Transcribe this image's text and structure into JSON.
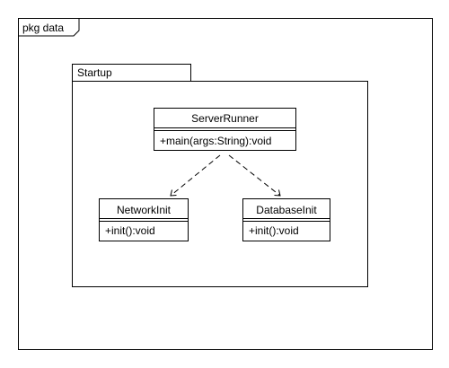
{
  "outer_package": {
    "label": "pkg data"
  },
  "inner_package": {
    "label": "Startup"
  },
  "classes": {
    "server_runner": {
      "name": "ServerRunner",
      "operation": "+main(args:String):void"
    },
    "network_init": {
      "name": "NetworkInit",
      "operation": "+init():void"
    },
    "database_init": {
      "name": "DatabaseInit",
      "operation": "+init():void"
    }
  },
  "dependencies": [
    {
      "from": "ServerRunner",
      "to": "NetworkInit",
      "style": "dashed-open-arrow"
    },
    {
      "from": "ServerRunner",
      "to": "DatabaseInit",
      "style": "dashed-open-arrow"
    }
  ]
}
